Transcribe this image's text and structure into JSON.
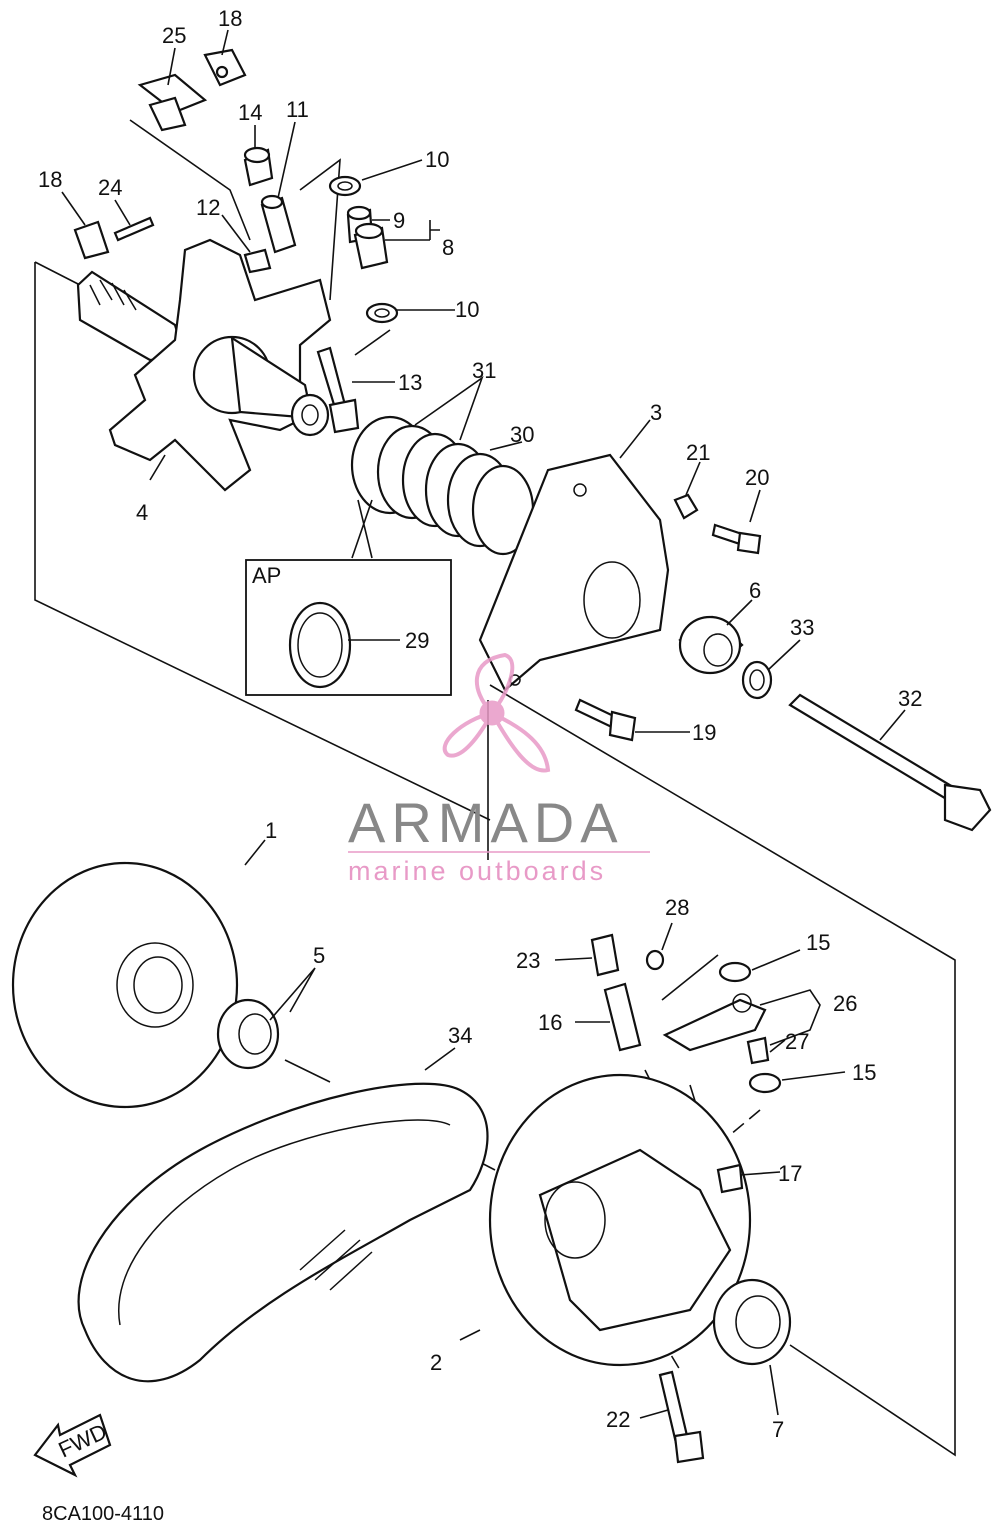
{
  "diagram_code": "8CA100-4110",
  "inset_box_label": "AP",
  "fwd_label": "FWD",
  "watermark": {
    "title": "ARMADA",
    "subtitle": "marine outboards",
    "accent_color": "#e89ac7",
    "title_color": "#888888",
    "icon": "propeller-logo-icon"
  },
  "callouts": {
    "c1": "1",
    "c2": "2",
    "c3": "3",
    "c4": "4",
    "c5": "5",
    "c6": "6",
    "c7": "7",
    "c8": "8",
    "c9": "9",
    "c10a": "10",
    "c10b": "10",
    "c11": "11",
    "c12": "12",
    "c13": "13",
    "c14": "14",
    "c15a": "15",
    "c15b": "15",
    "c16": "16",
    "c17": "17",
    "c18a": "18",
    "c18b": "18",
    "c19": "19",
    "c20": "20",
    "c21": "21",
    "c22": "22",
    "c23": "23",
    "c24": "24",
    "c25": "25",
    "c26": "26",
    "c27": "27",
    "c28": "28",
    "c29": "29",
    "c30": "30",
    "c31": "31",
    "c32": "32",
    "c33": "33",
    "c34": "34"
  }
}
